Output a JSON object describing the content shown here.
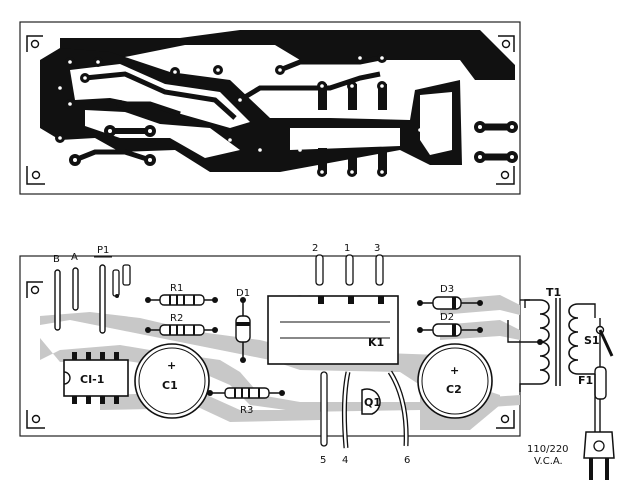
{
  "colors": {
    "copper": "#111111",
    "silk_trace": "#c8c8c8",
    "paper": "#ffffff"
  },
  "labels": {
    "pin_b": "B",
    "pin_a": "A",
    "p1": "P1",
    "r1": "R1",
    "r2": "R2",
    "r3": "R3",
    "d1": "D1",
    "d2": "D2",
    "d3": "D3",
    "ci1": "CI-1",
    "c1": "C1",
    "c2": "C2",
    "k1": "K1",
    "q1": "Q1",
    "t1": "T1",
    "s1": "S1",
    "f1": "F1",
    "pin_1": "1",
    "pin_2": "2",
    "pin_3": "3",
    "pin_4": "4",
    "pin_5": "5",
    "pin_6": "6",
    "mains_voltage": "110/220",
    "mains_unit": "V.C.A.",
    "plus": "+"
  },
  "icons": {
    "mount_hole": "corner-mount-hole-icon",
    "plug": "mains-plug-icon"
  }
}
